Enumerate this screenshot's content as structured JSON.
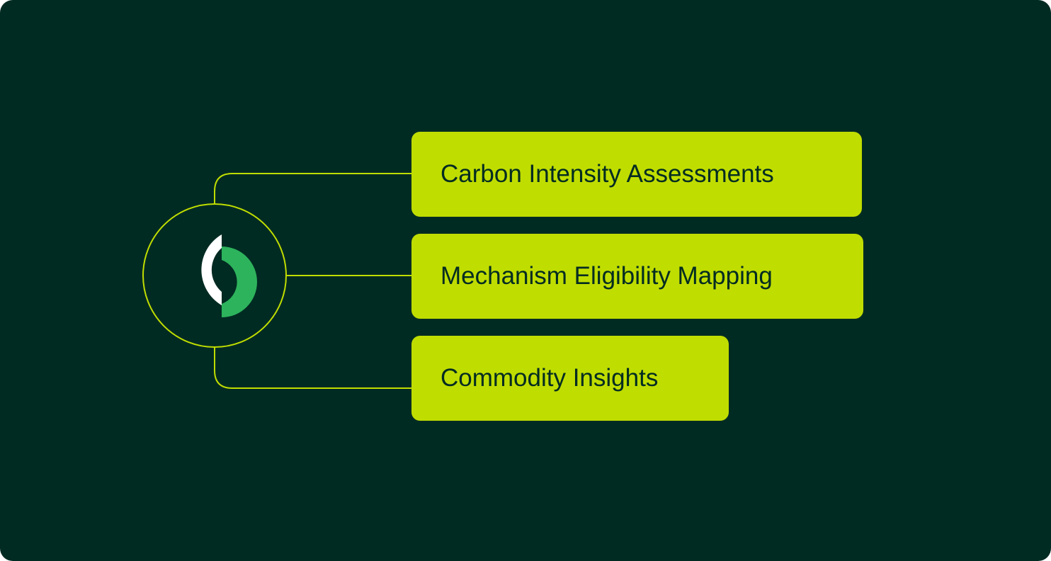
{
  "colors": {
    "background": "#002b22",
    "accent_lime": "#c0dd00",
    "connector_line": "#c0dd00",
    "logo_white": "#ffffff",
    "logo_green": "#2db35c",
    "box_text": "#002b22"
  },
  "hub": {
    "icon": "brand-logo-icon"
  },
  "items": [
    {
      "label": "Carbon Intensity Assessments"
    },
    {
      "label": "Mechanism Eligibility Mapping"
    },
    {
      "label": "Commodity Insights"
    }
  ]
}
